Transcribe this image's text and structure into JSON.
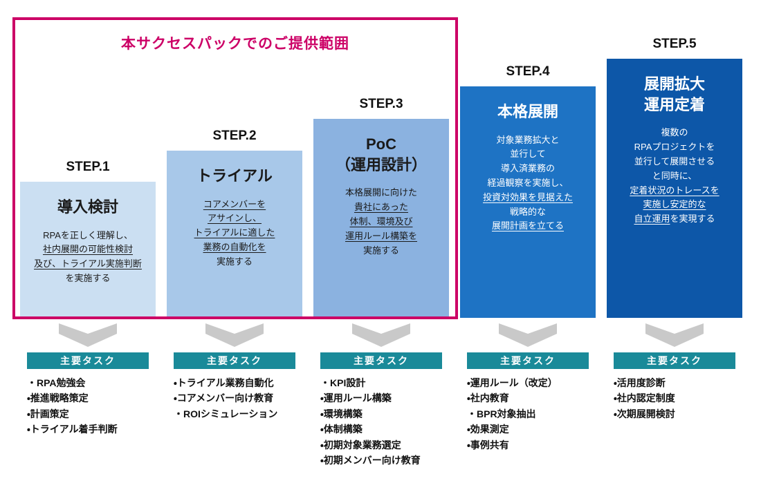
{
  "scope": {
    "title": "本サクセスパックでのご提供範囲"
  },
  "tasks_banner_label": "主要タスク",
  "colors": {
    "scope_border": "#cc0066",
    "banner_bg": "#1a8a99",
    "arrow": "#c9c9c9",
    "step_fills": [
      "#cbdff2",
      "#a8c8e9",
      "#8bb2e0",
      "#1e73c4",
      "#0d57a8"
    ],
    "step_text": [
      "#1a1a1a",
      "#1a1a1a",
      "#1a1a1a",
      "#ffffff",
      "#ffffff"
    ]
  },
  "steps": [
    {
      "label": "STEP.1",
      "title_lines": [
        "導入検討"
      ],
      "desc_lines": [
        [
          {
            "t": "RPAを正しく理解し、",
            "u": false
          }
        ],
        [
          {
            "t": "社内展開の可能性検討",
            "u": true
          }
        ],
        [
          {
            "t": "及び、トライアル実施判断",
            "u": true
          }
        ],
        [
          {
            "t": "を実施する",
            "u": false
          }
        ]
      ],
      "tasks": [
        "RPA勉強会",
        "推進戦略策定",
        "計画策定",
        "トライアル着手判断"
      ]
    },
    {
      "label": "STEP.2",
      "title_lines": [
        "トライアル"
      ],
      "desc_lines": [
        [
          {
            "t": "コアメンバーを",
            "u": true
          }
        ],
        [
          {
            "t": "アサインし、",
            "u": true
          }
        ],
        [
          {
            "t": "トライアルに適した",
            "u": true
          }
        ],
        [
          {
            "t": "業務の自動化を",
            "u": true
          }
        ],
        [
          {
            "t": "実施する",
            "u": false
          }
        ]
      ],
      "tasks": [
        "トライアル業務自動化",
        "コアメンバー向け教育",
        "ROIシミュレーション"
      ]
    },
    {
      "label": "STEP.3",
      "title_lines": [
        "PoC",
        "（運用設計）"
      ],
      "desc_lines": [
        [
          {
            "t": "本格展開に向けた",
            "u": false
          }
        ],
        [
          {
            "t": "貴社にあった",
            "u": true
          }
        ],
        [
          {
            "t": "体制、環境及び",
            "u": true
          }
        ],
        [
          {
            "t": "運用ルール構築を",
            "u": true
          }
        ],
        [
          {
            "t": "実施する",
            "u": false
          }
        ]
      ],
      "tasks": [
        "KPI設計",
        "運用ルール構築",
        "環境構築",
        "体制構築",
        "初期対象業務選定",
        "初期メンバー向け教育"
      ]
    },
    {
      "label": "STEP.4",
      "title_lines": [
        "本格展開"
      ],
      "desc_lines": [
        [
          {
            "t": "対象業務拡大と",
            "u": false
          }
        ],
        [
          {
            "t": "並行して",
            "u": false
          }
        ],
        [
          {
            "t": "導入済業務の",
            "u": false
          }
        ],
        [
          {
            "t": "経過観察を実施し、",
            "u": false
          }
        ],
        [
          {
            "t": "投資対効果を見据えた",
            "u": true
          }
        ],
        [
          {
            "t": "戦略的な",
            "u": false
          }
        ],
        [
          {
            "t": "展開計画を立てる",
            "u": true
          }
        ]
      ],
      "tasks": [
        "運用ルール（改定）",
        "社内教育",
        "BPR対象抽出",
        "効果測定",
        "事例共有"
      ]
    },
    {
      "label": "STEP.5",
      "title_lines": [
        "展開拡大",
        "運用定着"
      ],
      "desc_lines": [
        [
          {
            "t": "複数の",
            "u": false
          }
        ],
        [
          {
            "t": "RPAプロジェクトを",
            "u": false
          }
        ],
        [
          {
            "t": "並行して展開させる",
            "u": false
          }
        ],
        [
          {
            "t": "と同時に、",
            "u": false
          }
        ],
        [
          {
            "t": "定着状況のトレースを",
            "u": true
          }
        ],
        [
          {
            "t": "実施し安定的な",
            "u": true
          }
        ],
        [
          {
            "t": "自立運用",
            "u": true
          },
          {
            "t": "を実現する",
            "u": false
          }
        ]
      ],
      "tasks": [
        "活用度診断",
        "社内認定制度",
        "次期展開検討"
      ]
    }
  ]
}
